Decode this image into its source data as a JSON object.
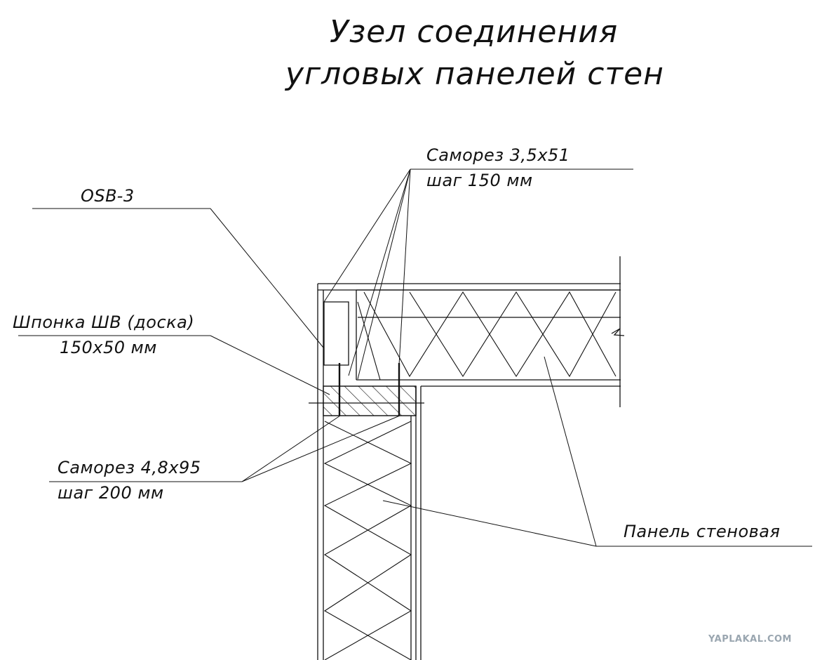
{
  "title": {
    "line1": "Узел соединения",
    "line2": "угловых панелей стен"
  },
  "labels": {
    "screw_top_size": "Саморез  3,5х51",
    "screw_top_step": "шаг 150 мм",
    "osb": "OSB-3",
    "key_name": "Шпонка ШВ (доска)",
    "key_size": "150х50 мм",
    "screw_bottom_size": "Саморез  4,8х95",
    "screw_bottom_step": "шаг 200 мм",
    "panel": "Панель стеновая"
  },
  "watermark": "YAPLAKAL.COM"
}
